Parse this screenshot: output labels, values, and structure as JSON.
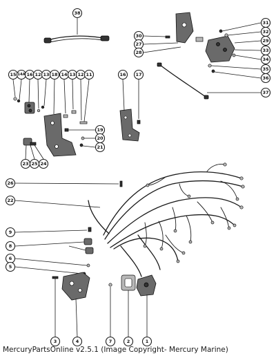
{
  "caption": "MercuryPartsOnline v2.5.1 (Image Copyright- Mercury Marine)",
  "callouts": {
    "c1": "1",
    "c2": "2",
    "c3": "3",
    "c4": "4",
    "c5": "5",
    "c6": "6",
    "c7": "7",
    "c8": "8",
    "c9": "9",
    "c11": "11",
    "c12": "12",
    "c13": "13",
    "c13b": "13",
    "c14": "14",
    "c14a": "14A",
    "c15": "15",
    "c16": "16",
    "c16b": "16",
    "c17": "17",
    "c18": "18",
    "c19": "19",
    "c20": "20",
    "c21": "21",
    "c22": "22",
    "c23": "23",
    "c24": "24",
    "c25": "25",
    "c26": "26",
    "c27": "27",
    "c28": "28",
    "c29": "29",
    "c30": "30",
    "c31": "31",
    "c32": "32",
    "c33": "33",
    "c34": "34",
    "c35": "35",
    "c36": "36",
    "c37": "37",
    "c38": "38"
  }
}
